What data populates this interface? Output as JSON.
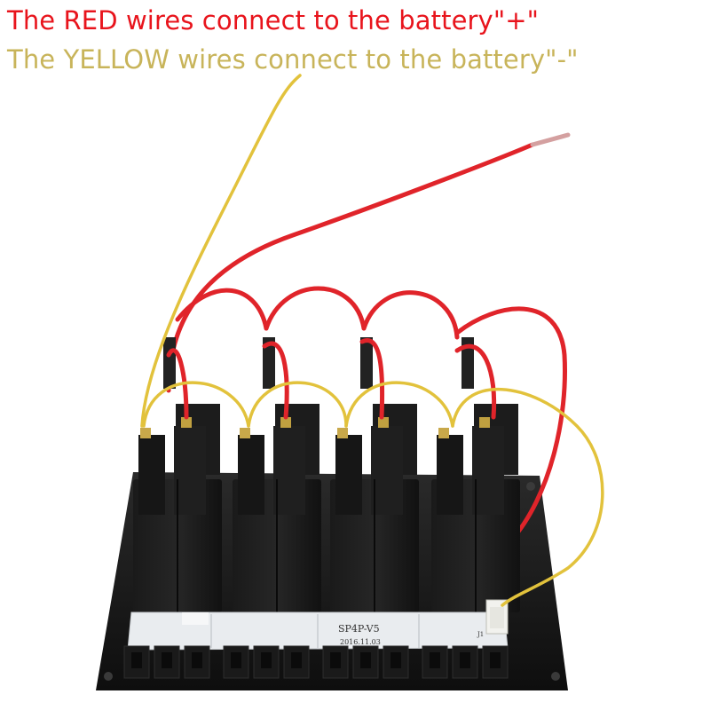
{
  "captions": {
    "red": "The RED wires connect to the battery\"+\"",
    "yellow": "The YELLOW wires connect to the battery\"-\""
  },
  "board": {
    "model": "SP4P-V5",
    "date": "2016.11.03",
    "connector_mark": "J1"
  },
  "colors": {
    "red_caption": "#e8141c",
    "yellow_caption": "#c8b45a",
    "red_wire": "#e0242a",
    "yellow_wire": "#e2c23c",
    "panel": "#141414",
    "pcb": "#e9ecef"
  },
  "switches": [
    {
      "id": "switch-1"
    },
    {
      "id": "switch-2"
    },
    {
      "id": "switch-3"
    },
    {
      "id": "switch-4"
    }
  ]
}
